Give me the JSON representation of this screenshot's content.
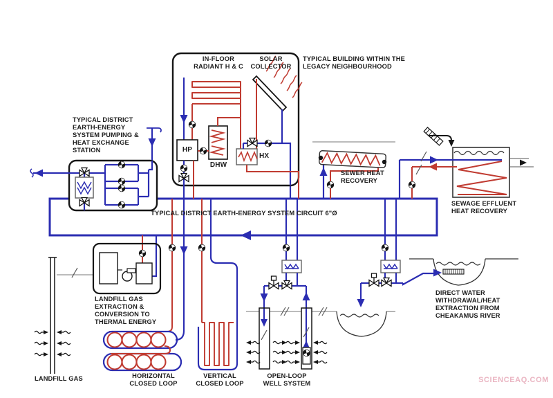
{
  "diagram": {
    "labels": {
      "station": "TYPICAL DISTRICT\nEARTH-ENERGY\nSYSTEM PUMPING &\nHEAT EXCHANGE\nSTATION",
      "in_floor_radiant": "IN-FLOOR\nRADIANT H & C",
      "solar_collector": "SOLAR\nCOLLECTOR",
      "building": "TYPICAL BUILDING WITHIN THE\nLEGACY NEIGHBOURHOOD",
      "hp": "HP",
      "dhw": "DHW",
      "hx": "HX",
      "circuit": "TYPICAL DISTRICT EARTH-ENERGY SYSTEM CIRCUIT 6\"Ø",
      "sewer_heat": "SEWER HEAT\nRECOVERY",
      "sewage_effluent": "SEWAGE EFFLUENT\nHEAT RECOVERY",
      "landfill_plant": "LANDFILL GAS\nEXTRACTION &\nCONVERSION TO\nTHERMAL ENERGY",
      "landfill_gas": "LANDFILL GAS",
      "horizontal_loop": "HORIZONTAL\nCLOSED LOOP",
      "vertical_loop": "VERTICAL\nCLOSED LOOP",
      "open_loop": "OPEN-LOOP\nWELL SYSTEM",
      "river": "DIRECT WATER\nWITHDRAWAL/HEAT\nEXTRACTION FROM\nCHEAKAMUS RIVER"
    },
    "watermark": "SCIENCEAQ.COM",
    "colors": {
      "pipe_cold": "#2b2db2",
      "pipe_hot": "#c03b31",
      "outline": "#161616",
      "watermark": "#eab5c2"
    }
  }
}
